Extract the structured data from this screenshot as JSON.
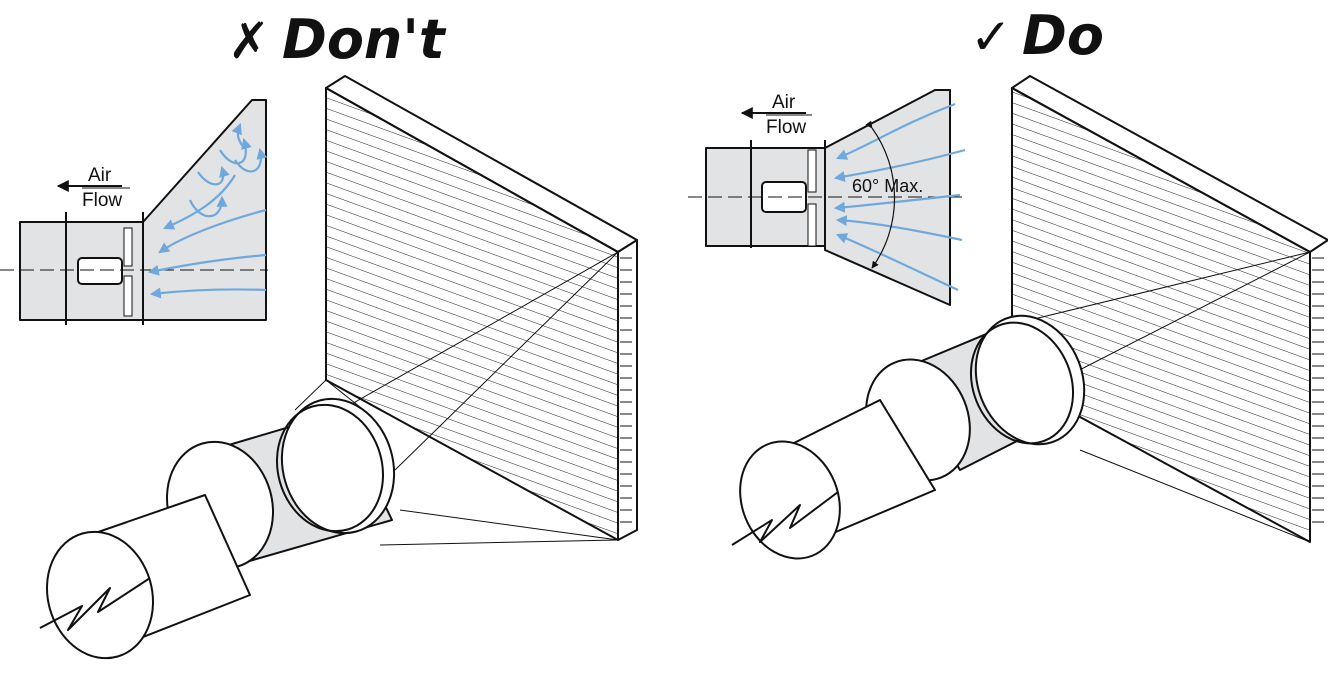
{
  "panels": {
    "dont": {
      "mark": "✗",
      "title": "Don't",
      "air_label": "Air",
      "flow_label": "Flow"
    },
    "do": {
      "mark": "✓",
      "title": "Do",
      "air_label": "Air",
      "flow_label": "Flow",
      "angle_label": "60° Max."
    }
  },
  "colors": {
    "airflow_arrow": "#6fa8dc",
    "housing_fill": "#e2e3e5",
    "line": "#111111",
    "background": "#ffffff"
  }
}
